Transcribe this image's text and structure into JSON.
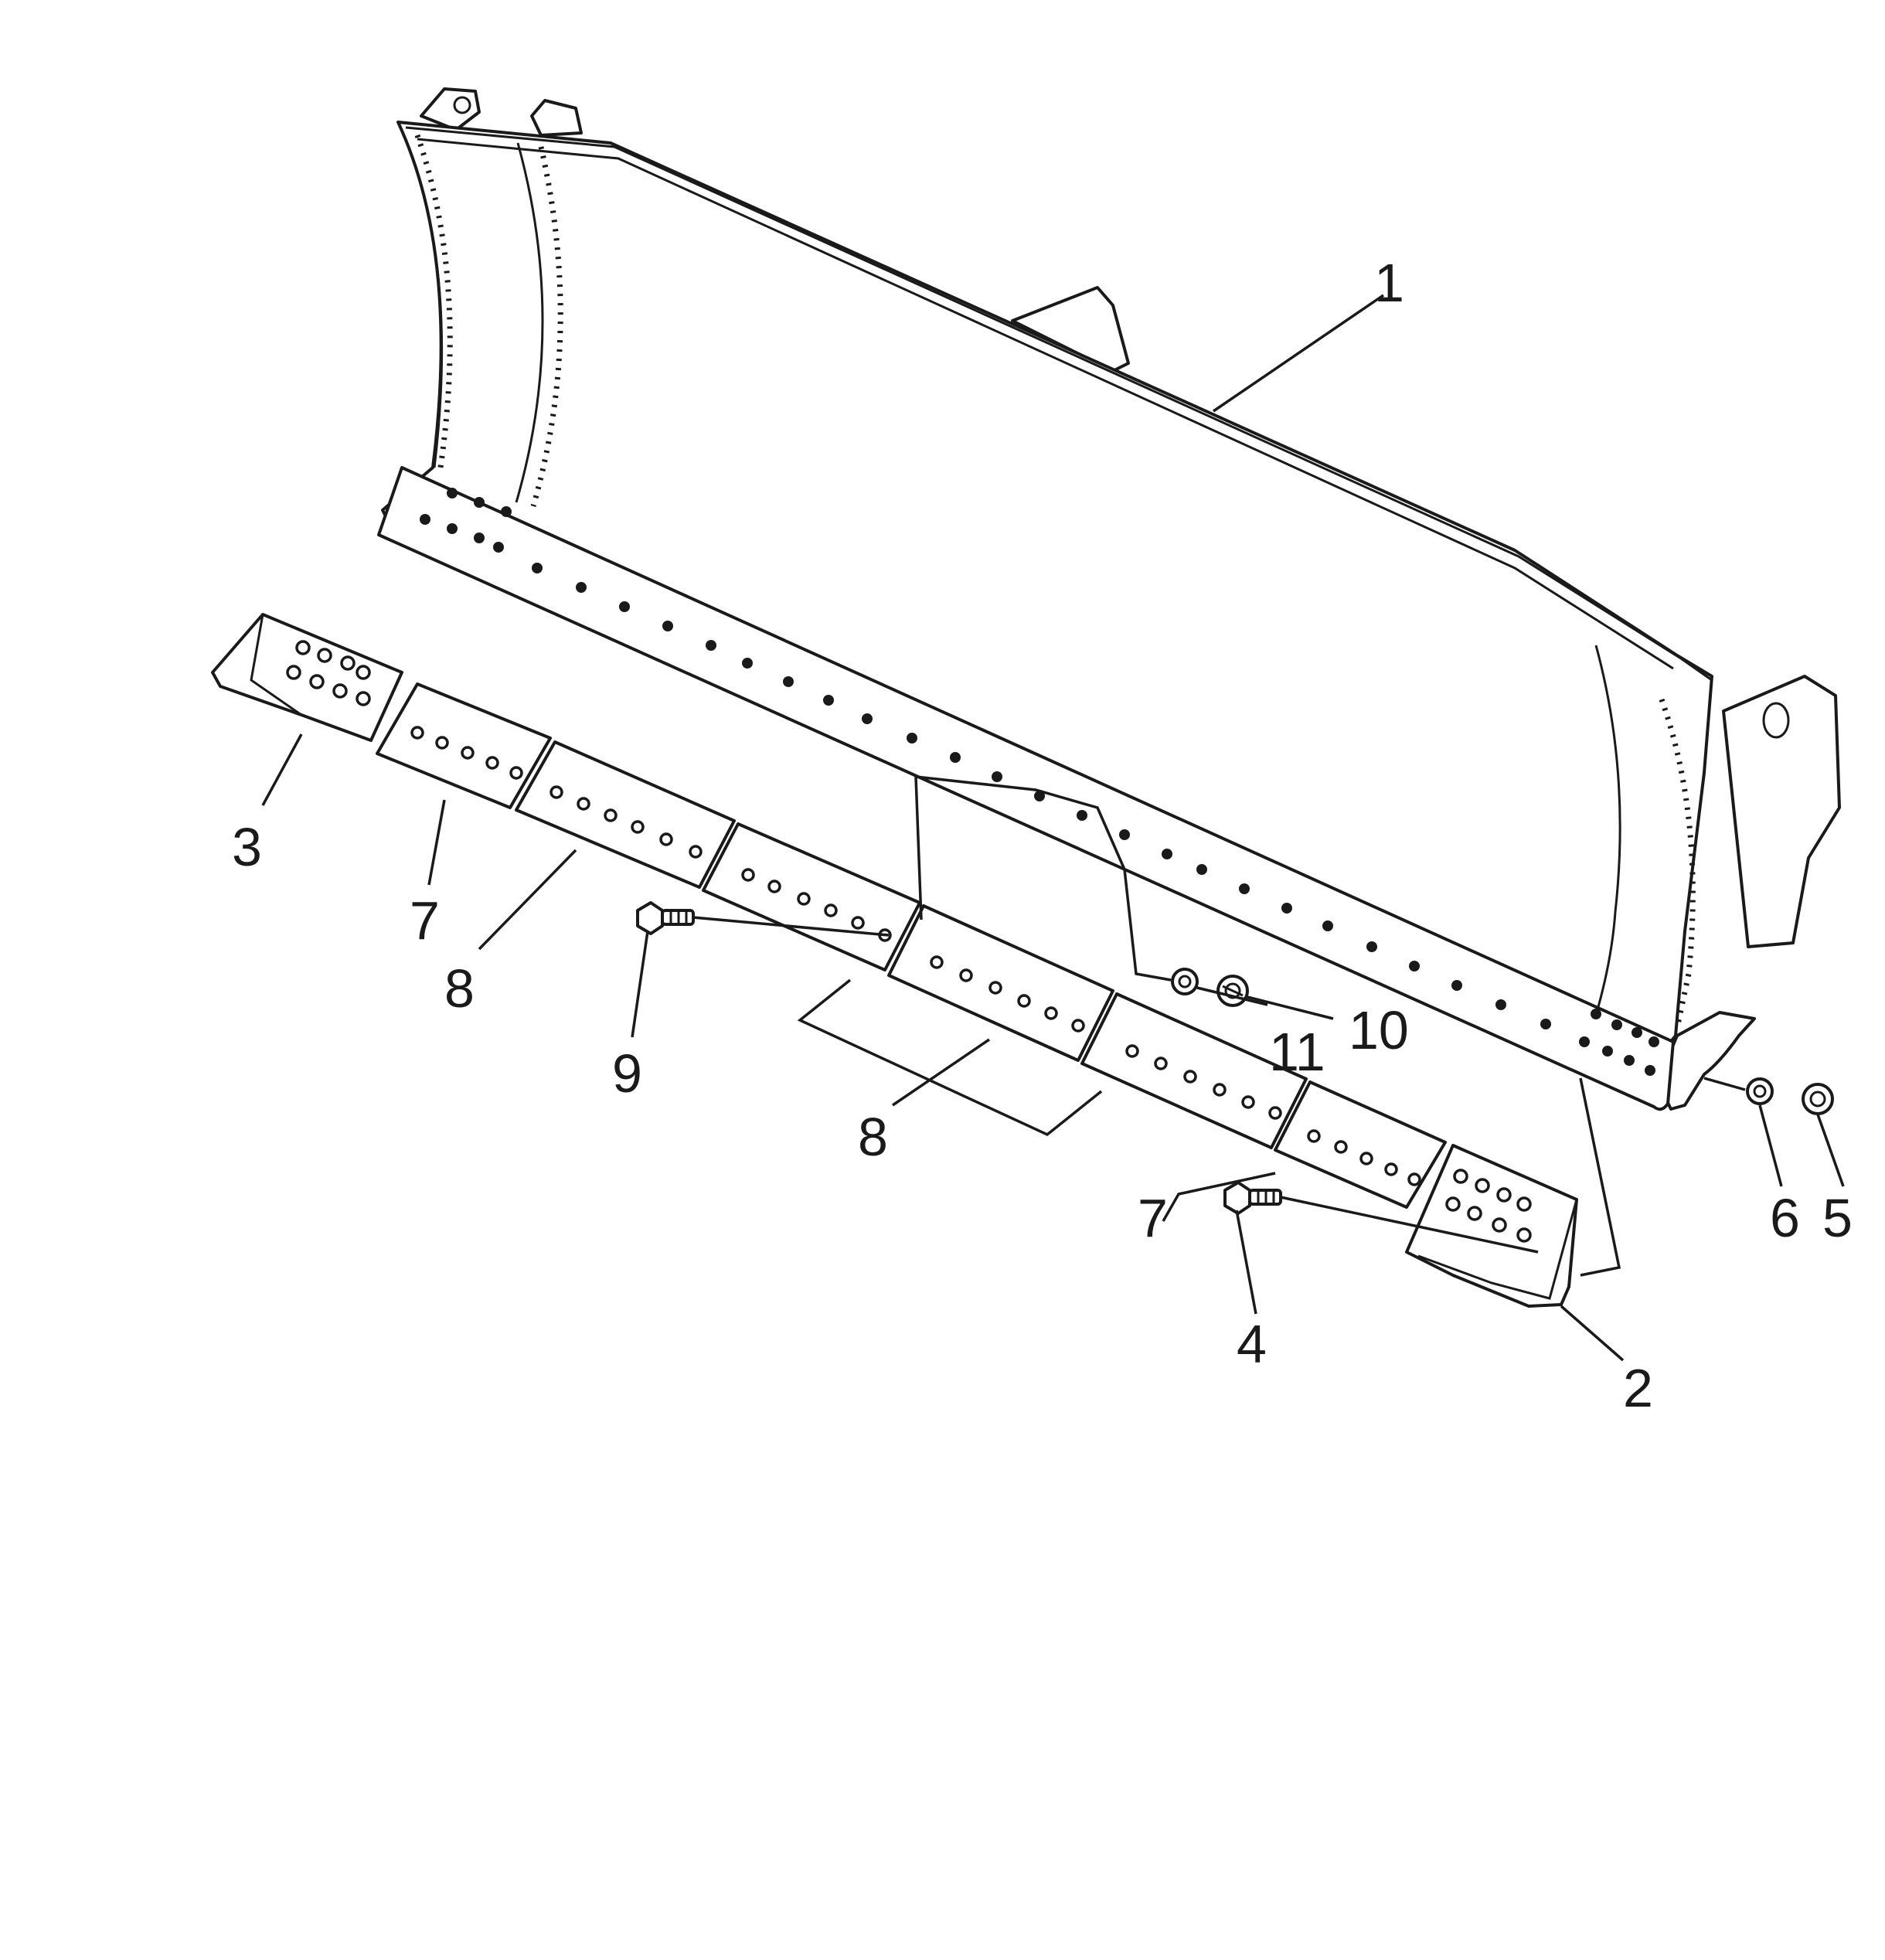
{
  "diagram": {
    "callouts": [
      {
        "id": "c1",
        "text": "1"
      },
      {
        "id": "c2",
        "text": "2"
      },
      {
        "id": "c3",
        "text": "3"
      },
      {
        "id": "c4",
        "text": "4"
      },
      {
        "id": "c5",
        "text": "5"
      },
      {
        "id": "c6",
        "text": "6"
      },
      {
        "id": "c7a",
        "text": "7"
      },
      {
        "id": "c7b",
        "text": "7"
      },
      {
        "id": "c8a",
        "text": "8"
      },
      {
        "id": "c8b",
        "text": "8"
      },
      {
        "id": "c9",
        "text": "9"
      },
      {
        "id": "c10",
        "text": "10"
      },
      {
        "id": "c11",
        "text": "11"
      }
    ]
  }
}
